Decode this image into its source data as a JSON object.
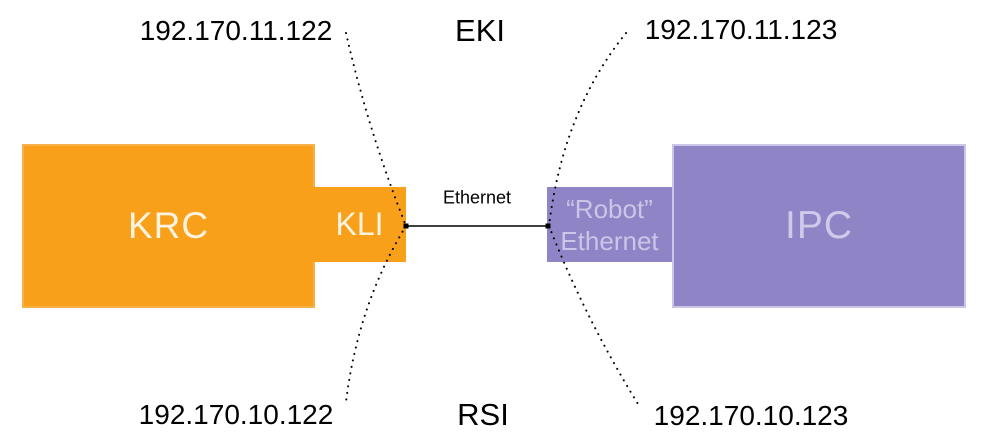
{
  "diagram": {
    "interfaces": {
      "top": "EKI",
      "bottom": "RSI"
    },
    "connection": {
      "label": "Ethernet"
    },
    "left_node": {
      "name": "KRC",
      "port": "KLI",
      "ip_top": "192.170.11.122",
      "ip_bottom": "192.170.10.122",
      "color": "#F9A01B",
      "label_color": "#FAF3E0"
    },
    "right_node": {
      "name": "IPC",
      "port_line1": "“Robot”",
      "port_line2": "Ethernet",
      "ip_top": "192.170.11.123",
      "ip_bottom": "192.170.10.123",
      "color": "#8F84C6",
      "label_color": "#CBC5E7"
    }
  }
}
